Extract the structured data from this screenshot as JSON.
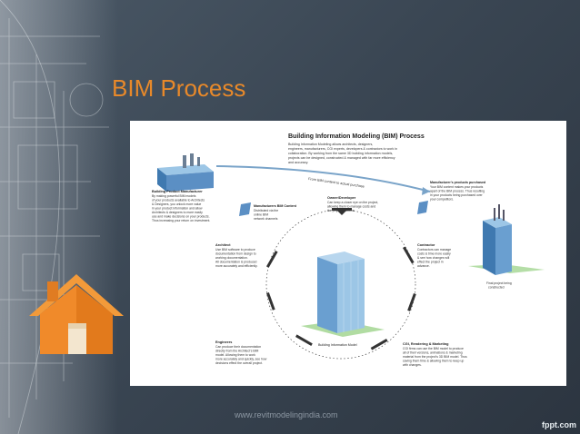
{
  "slide": {
    "title": "BIM Process",
    "footer_url": "www.revitmodelingindia.com",
    "brand": "fppt.com"
  },
  "diagram": {
    "title": "Building Information Modeling (BIM) Process",
    "intro": [
      "Building Information Modeling allows architects, designers,",
      "engineers, manufacturers, CGI experts, developers & contractors to work in",
      "collaboration. By working from the same 3D building information models,",
      "projects can be designed, constructed & managed with far more efficiency",
      "and accuracy."
    ],
    "arrow_label": "From BIM content to actual purchase",
    "manufacturer": {
      "title": "Building Product Manufacturer",
      "lines": [
        "By making powerful BIM models",
        "of your products available to Architects",
        "& Designers, you unlock more value",
        "in your product information and allow",
        "Architects & designers to more easily",
        "use and make decisions on your products.",
        "Thus increasing your return on investment."
      ]
    },
    "bim_content": {
      "title": "Manufacturers BIM Content",
      "lines": [
        "Distributed via the",
        "online BIM",
        "network channels"
      ]
    },
    "owner": {
      "title": "Owner/Developer",
      "lines": [
        "Can keep a closer eye on the project,",
        "allowing them to manage costs and",
        "the project outcome."
      ]
    },
    "purchased": {
      "title": "Manufacturer's products purchased",
      "lines": [
        "Your BIM content makes your products",
        "apart of the BIM process. Thus resulting",
        "in your products being purchased over",
        "your competitors."
      ]
    },
    "architect": {
      "title": "Architect",
      "lines": [
        "Use BIM software to produce",
        "documentation from design to",
        "working documentation.",
        "All documentation is produced",
        "more accurately and efficiently."
      ]
    },
    "contractor": {
      "title": "Contractor",
      "lines": [
        "Contractors can manage",
        "costs & time more easily",
        "& see how changes will",
        "effect the project in",
        "advance."
      ]
    },
    "final_project": [
      "Final project being",
      "constructed"
    ],
    "center_label": "Building Information Model",
    "engineers": {
      "title": "Engineers",
      "lines": [
        "Can produce their documentation",
        "directly from the Architect's BIM",
        "model. Allowing them to work",
        "more accurately and quickly, see how",
        "decisions effect the overall project."
      ]
    },
    "cgi": {
      "title": "CGI, Rendering & Marketing",
      "lines": [
        "CGI firms can use the BIM model to produce",
        "all of their versions, animations & marketing",
        "material from the project's 3D BIM model. Thus",
        "saving them time & allowing them to keep up",
        "with changes."
      ]
    }
  },
  "colors": {
    "accent": "#e8892a",
    "building_blue": "#5b8fc4",
    "ground_green": "#9fd08f"
  }
}
